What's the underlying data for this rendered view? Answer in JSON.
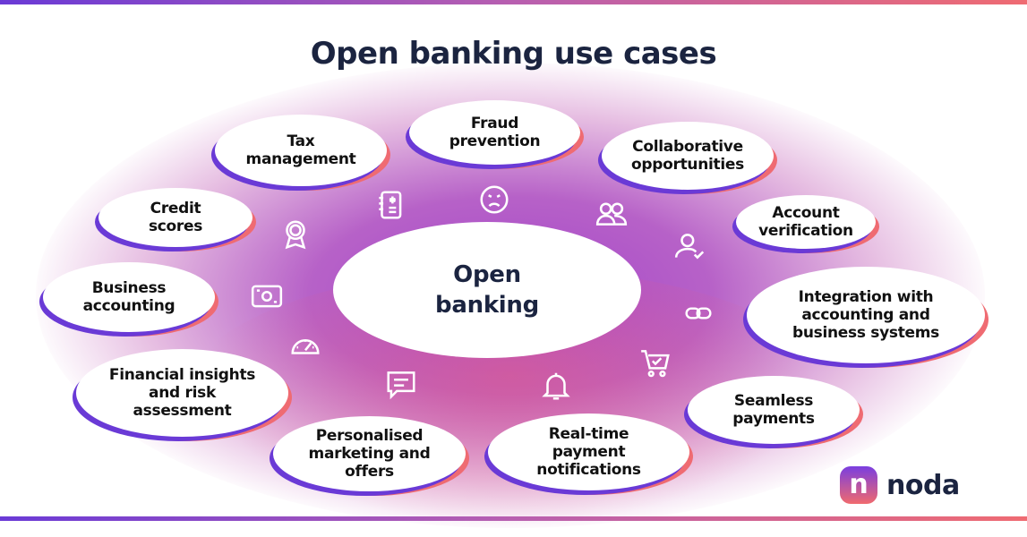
{
  "title": "Open banking use cases",
  "center": "Open banking",
  "use_cases": [
    {
      "label": "Tax management",
      "icon": "tax-document-icon"
    },
    {
      "label": "Fraud prevention",
      "icon": "angry-face-icon"
    },
    {
      "label": "Collaborative opportunities",
      "icon": "users-icon"
    },
    {
      "label": "Credit scores",
      "icon": "award-badge-icon"
    },
    {
      "label": "Account verification",
      "icon": "user-check-icon"
    },
    {
      "label": "Business accounting",
      "icon": "banknote-icon"
    },
    {
      "label": "Integration with accounting and business systems",
      "icon": "link-icon"
    },
    {
      "label": "Financial insights and risk assessment",
      "icon": "gauge-icon"
    },
    {
      "label": "Seamless payments",
      "icon": "cart-check-icon"
    },
    {
      "label": "Personalised marketing and offers",
      "icon": "message-icon"
    },
    {
      "label": "Real-time payment notifications",
      "icon": "bell-icon"
    }
  ],
  "brand": {
    "name": "noda",
    "mark": "n",
    "colors": {
      "purple": "#6a3ad6",
      "coral": "#ef6b72",
      "navy": "#1b2440"
    }
  }
}
